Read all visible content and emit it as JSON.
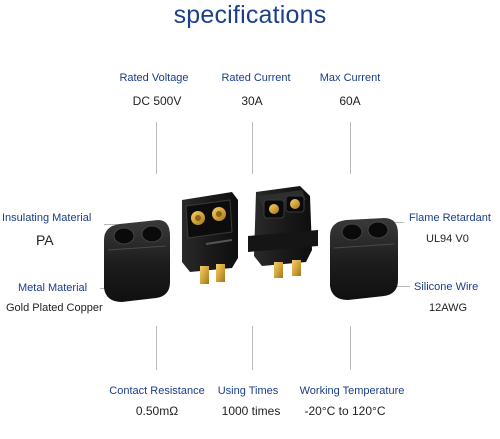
{
  "title": "specifications",
  "specs": {
    "rated_voltage": {
      "label": "Rated Voltage",
      "value": "DC 500V"
    },
    "rated_current": {
      "label": "Rated Current",
      "value": "30A"
    },
    "max_current": {
      "label": "Max Current",
      "value": "60A"
    },
    "insulating_material": {
      "label": "Insulating Material",
      "value": "PA"
    },
    "flame_retardant": {
      "label": "Flame Retardant",
      "value": "UL94 V0"
    },
    "metal_material": {
      "label": "Metal Material",
      "value": "Gold Plated Copper"
    },
    "silicone_wire": {
      "label": "Silicone Wire",
      "value": "12AWG"
    },
    "contact_resistance": {
      "label": "Contact Resistance",
      "value": "0.50mΩ"
    },
    "using_times": {
      "label": "Using Times",
      "value": "1000 times"
    },
    "working_temperature": {
      "label": "Working Temperature",
      "value": "-20°C to 120°C"
    }
  },
  "colors": {
    "heading": "#1c3f8c",
    "label": "#1a3d8a",
    "value": "#1f1f1f",
    "connector_body": "#1e1e1e",
    "gold_pin": "#d4a53a"
  },
  "icons": {
    "left_cap": "sheath-cap-icon",
    "male_connector": "male-connector-icon",
    "female_connector": "female-connector-icon",
    "right_cap": "sheath-cap-icon"
  }
}
